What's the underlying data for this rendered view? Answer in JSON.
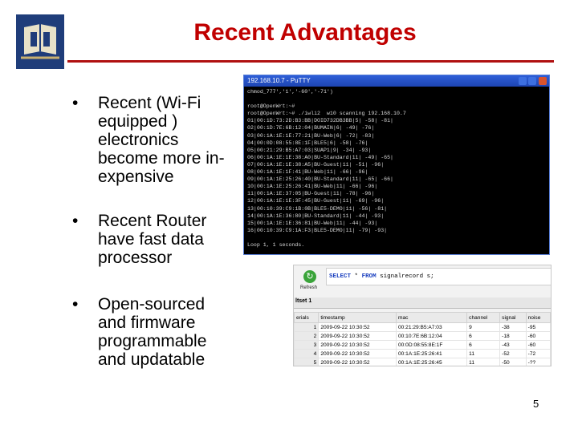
{
  "title": "Recent Advantages",
  "page_number": "5",
  "bullets": [
    {
      "marker": "•",
      "text": "Recent (Wi-Fi equipped ) electronics become more in-expensive"
    },
    {
      "marker": "•",
      "text": "Recent Router have fast data processor"
    },
    {
      "marker": "•",
      "text": "Open-sourced and firmware programmable and updatable"
    }
  ],
  "putty": {
    "window_title": "192.168.10.7 - PuTTY",
    "lines": [
      "chmod_777','1','-60','-71')",
      "",
      "root@OpenWrt:~#",
      "root@OpenWrt:~# ./iwli2  w10 scanning 192.168.10.7",
      "01|00:1D:73:2D:B3:BB|DOID732DB3BB|5| -58| -81|",
      "02|00:1D:7E:6B:12:04|BUMAIN|6| -49| -76|",
      "03|00:1A:1E:1E:77:21|BU-Web|6| -72| -83|",
      "04|00:0D:08:55:8E:1F|BLE5|6| -58| -76|",
      "05|00:21:29:B5:A7:03|SUAP1|9| -34| -93|",
      "06|00:1A:1E:1E:38:A0|BU-Standard|11| -49| -65|",
      "07|00:1A:1E:1E:38:A5|BU-Guest|11| -51| -96|",
      "08|00:1A:1E:1F:41|BU-Web|11| -66| -96|",
      "09|00:1A:1E:25:26:40|BU-Standard|11| -65| -66|",
      "10|00:1A:1E:25:26:41|BU-Web|11| -66| -96|",
      "11|00:1A:1E:37:05|BU-Guest|11| -78| -96|",
      "12|00:1A:1E:1E:3F:45|BU-Guest|11| -69| -96|",
      "13|00:10:39:C9:1B:0B|BLE5-DEMO|11| -56| -81|",
      "14|00:1A:1E:36:80|BU-Standard|11| -44| -93|",
      "15|00:1A:1E:1E:36:81|BU-Web|11| -44| -93|",
      "16|00:10:39:C9:1A:F3|BLE5-DEMO|11| -79| -93|",
      "",
      "Loop 1, 1 seconds."
    ]
  },
  "sql": {
    "refresh_label": "Refresh",
    "query_select": "SELECT",
    "query_star": "*",
    "query_from": "FROM",
    "query_table": "signalrecord s;",
    "result_tab": "ltset 1",
    "columns": [
      "erials",
      "timestamp",
      "mac",
      "channel",
      "signal",
      "noise"
    ],
    "rows": [
      [
        "1",
        "2009-09-22 10:30:52",
        "00:21:29:B5:A7:03",
        "9",
        "-38",
        "-95"
      ],
      [
        "2",
        "2009-09-22 10:30:52",
        "00:10:7E:6B:12:04",
        "6",
        "-18",
        "-60"
      ],
      [
        "3",
        "2009-09-22 10:30:52",
        "00:0D:08:55:8E:1F",
        "6",
        "-43",
        "-60"
      ],
      [
        "4",
        "2009-09-22 10:30:52",
        "00:1A:1E:25:26:41",
        "11",
        "-52",
        "-72"
      ],
      [
        "5",
        "2009-09-22 10:30:52",
        "00:1A:1E:25:26:45",
        "11",
        "-50",
        "-??"
      ]
    ]
  }
}
